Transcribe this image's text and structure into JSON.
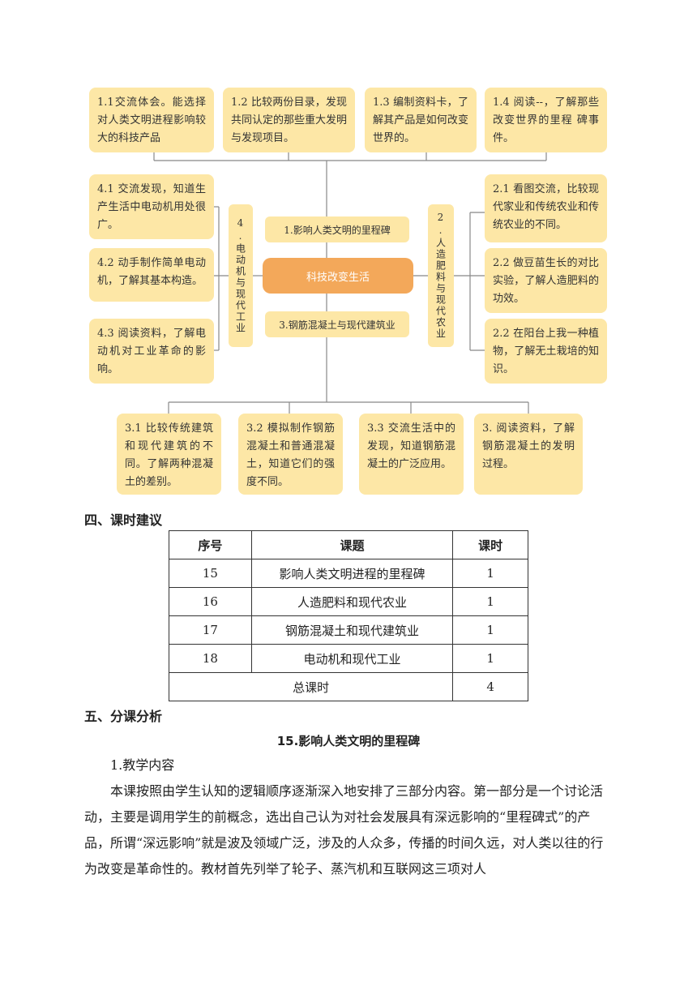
{
  "mindmap": {
    "center": "科技改变生活",
    "cat1": "1.影响人类文明的里程碑",
    "cat2": "2.人造肥料与现代农业",
    "cat3": "3.钢筋混凝土与现代建筑业",
    "cat4": "4.电动机与现代工业",
    "top": [
      "1.1交流体会。能选择对人类文明进程影响较大的科技产品",
      "1.2 比较两份目录，发现共同认定的那些重大发明与发现项目。",
      "1.3 编制资料卡，了解其产品是如何改变世界的。",
      "1.4 阅读--，了解那些改变世界的里程 碑事件。"
    ],
    "left": [
      "4.1 交流发现，知道生产生活中电动机用处很广。",
      "4.2 动手制作简单电动机，了解其基本构造。",
      "4.3 阅读资料，了解电动机对工业革命的影响。"
    ],
    "right": [
      "2.1 看图交流，比较现代家业和传统农业和传统农业的不同。",
      "2.2 做豆苗生长的对比实验，了解人造肥料的功效。",
      "2.2 在阳台上我一种植物，了解无土栽培的知识。"
    ],
    "bottom": [
      "3.1 比较传统建筑和现代建筑的不同。了解两种混凝土的差别。",
      "3.2 模拟制作钢筋混凝土和普通混凝土，知道它们的强度不同。",
      "3.3 交流生活中的发现，知道钢筋混凝土的广泛应用。",
      "3. 阅读资料，了解钢筋混凝土的发明过程。"
    ]
  },
  "section4": {
    "heading": "四、课时建议",
    "headers": [
      "序号",
      "课题",
      "课时"
    ],
    "rows": [
      [
        "15",
        "影响人类文明进程的里程碑",
        "1"
      ],
      [
        "16",
        "人造肥料和现代农业",
        "1"
      ],
      [
        "17",
        "钢筋混凝土和现代建筑业",
        "1"
      ],
      [
        "18",
        "电动机和现代工业",
        "1"
      ]
    ],
    "total_label": "总课时",
    "total_value": "4"
  },
  "section5": {
    "heading": "五、分课分析",
    "lesson_title": "15.影响人类文明的里程碑",
    "sub_heading": "1.教学内容",
    "paragraph": "本课按照由学生认知的逻辑顺序逐渐深入地安排了三部分内容。第一部分是一个讨论活动，主要是调用学生的前概念，选出自己认为对社会发展具有深远影响的“里程碑式”的产品，所谓“深远影响”就是波及领域广泛，涉及的人众多，传播的时间久远，对人类以往的行为改变是革命性的。教材首先列举了轮子、蒸汽机和互联网这三项对人"
  }
}
